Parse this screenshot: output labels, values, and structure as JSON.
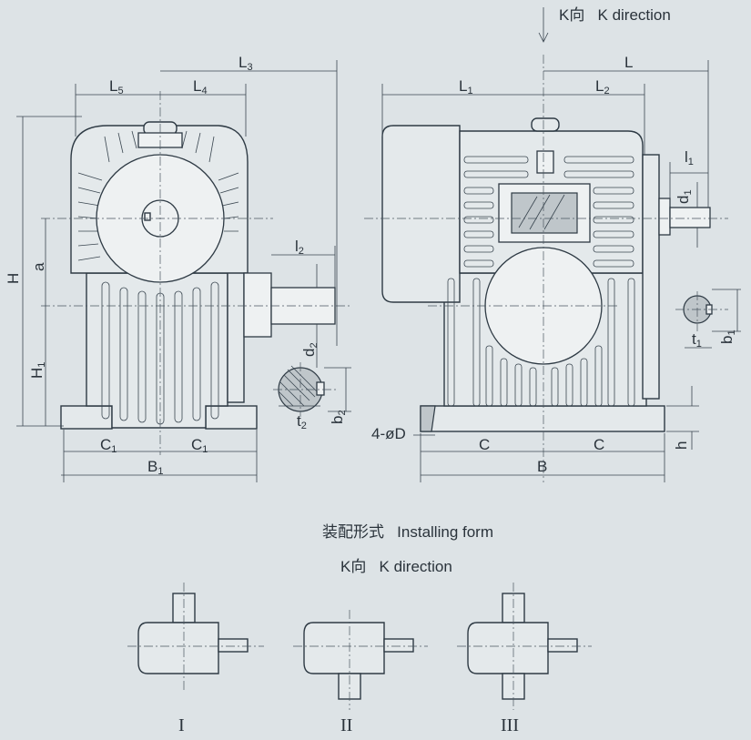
{
  "header": {
    "k_cn": "K向",
    "k_en": "K direction"
  },
  "side_view_labels": {
    "L3": "L",
    "L3_sub": "3",
    "L5": "L",
    "L5_sub": "5",
    "L4": "L",
    "L4_sub": "4",
    "H": "H",
    "a": "a",
    "H1": "H",
    "H1_sub": "1",
    "l2": "l",
    "l2_sub": "2",
    "d2": "d",
    "d2_sub": "2",
    "t2": "t",
    "t2_sub": "2",
    "b2": "b",
    "b2_sub": "2",
    "C1_left": "C",
    "C1_left_sub": "1",
    "C1_right": "C",
    "C1_right_sub": "1",
    "B1": "B",
    "B1_sub": "1"
  },
  "front_view_labels": {
    "L": "L",
    "L1": "L",
    "L1_sub": "1",
    "L2": "L",
    "L2_sub": "2",
    "l1": "l",
    "l1_sub": "1",
    "d1": "d",
    "d1_sub": "1",
    "t1": "t",
    "t1_sub": "1",
    "b1": "b",
    "b1_sub": "1",
    "holes": "4-øD",
    "C_left": "C",
    "C_right": "C",
    "B": "B",
    "h": "h"
  },
  "installing": {
    "title_cn": "装配形式",
    "title_en": "Installing form",
    "k_cn": "K向",
    "k_en": "K direction",
    "forms": [
      "I",
      "II",
      "III"
    ]
  }
}
